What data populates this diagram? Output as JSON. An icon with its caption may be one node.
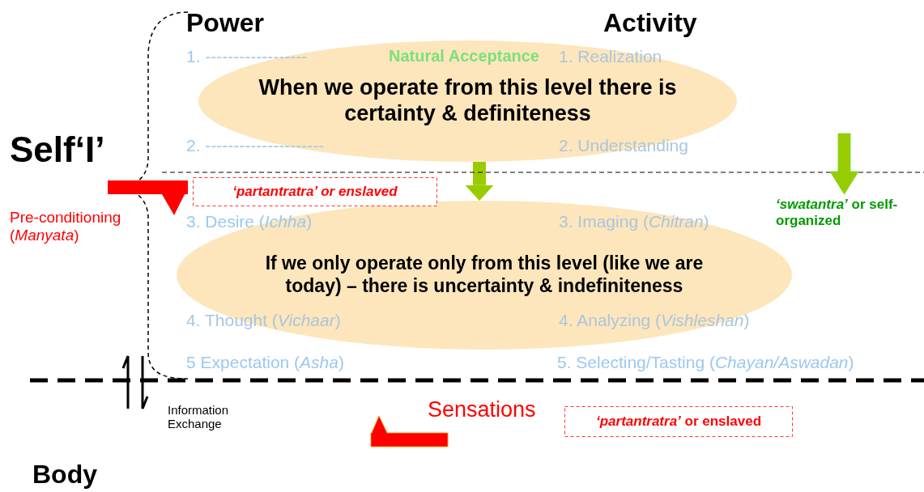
{
  "diagram": {
    "nodes": [
      {
        "text": [
          "When we operate from this level there is certainty & definiteness"
        ]
      },
      {
        "text": [
          "If we only operate only from this level (like we are today) – there is uncertainty & indefiniteness"
        ]
      },
      {
        "text": [
          "‘partantratra’ or enslaved"
        ]
      },
      {
        "text": [
          "*‘partantratra’* or enslaved"
        ]
      }
    ],
    "edges": [
      {
        "from": 0,
        "to": 1,
        "arrow": "to",
        "color": "#99cc00"
      }
    ],
    "labels": [
      "Power",
      "Activity",
      "1. ------------------",
      "Natural Acceptance",
      "1. Realization",
      "Self‘I’",
      "2. ---------------------",
      "2. Understanding",
      "Pre-conditioning (*Manyata*)",
      "*‘swatantra’* or self-organized",
      "3. Desire (*Ichha*)",
      "3. Imaging (*Chitran*)",
      "4. Thought (*Vichaar*)",
      "4. Analyzing (*Vishleshan*)",
      "5 Expectation (*Asha*)",
      "5. Selecting/Tasting (*Chayan/Aswadan*)",
      "Information Exchange",
      "Sensations",
      "Body"
    ]
  }
}
